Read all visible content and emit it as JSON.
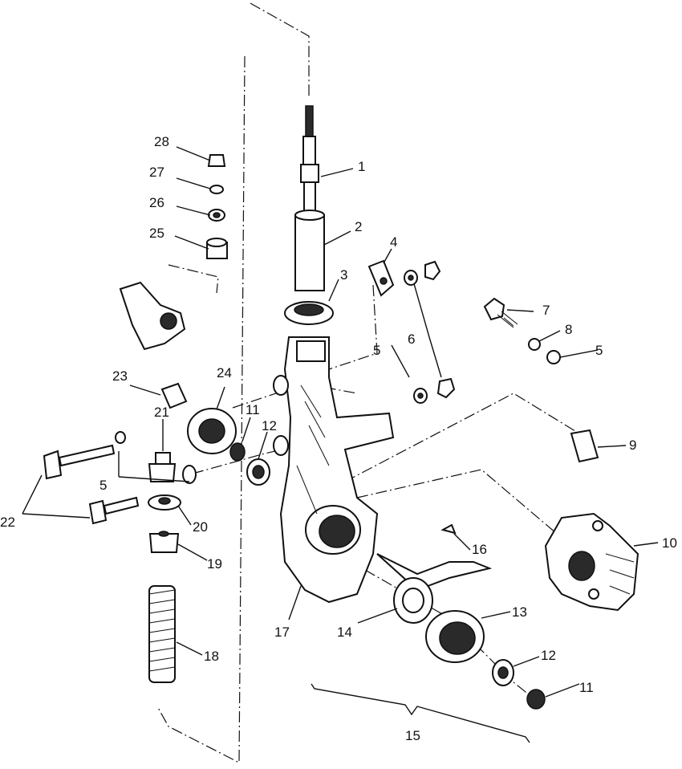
{
  "diagram": {
    "callouts": [
      "1",
      "2",
      "3",
      "4",
      "5",
      "6",
      "7",
      "8",
      "5",
      "9",
      "10",
      "11",
      "12",
      "13",
      "14",
      "15",
      "16",
      "17",
      "18",
      "19",
      "20",
      "21",
      "22",
      "5",
      "23",
      "24",
      "25",
      "26",
      "27",
      "28",
      "11",
      "12"
    ]
  },
  "colors": {
    "ink": "#111111",
    "paper": "#ffffff"
  }
}
